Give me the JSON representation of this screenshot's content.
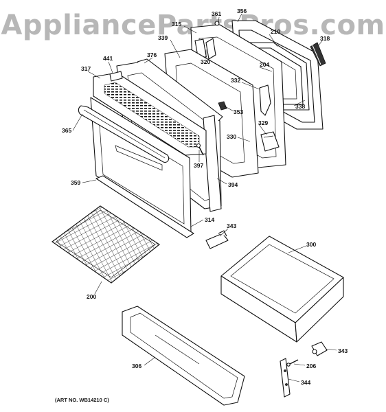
{
  "watermark": "AppliancePartsPros.com",
  "art_number": "(ART NO. WB14210 C)",
  "labels": {
    "p361": "361",
    "p356": "356",
    "p315": "315",
    "p210": "210",
    "p318": "318",
    "p339": "339",
    "p320": "320",
    "p204": "204",
    "p441": "441",
    "p376": "376",
    "p317": "317",
    "p332": "332",
    "p353": "353",
    "p338": "338",
    "p365": "365",
    "p329": "329",
    "p330": "330",
    "p397": "397",
    "p359": "359",
    "p394": "394",
    "p314": "314",
    "p343a": "343",
    "p300": "300",
    "p200": "200",
    "p306": "306",
    "p343b": "343",
    "p206": "206",
    "p344": "344"
  }
}
